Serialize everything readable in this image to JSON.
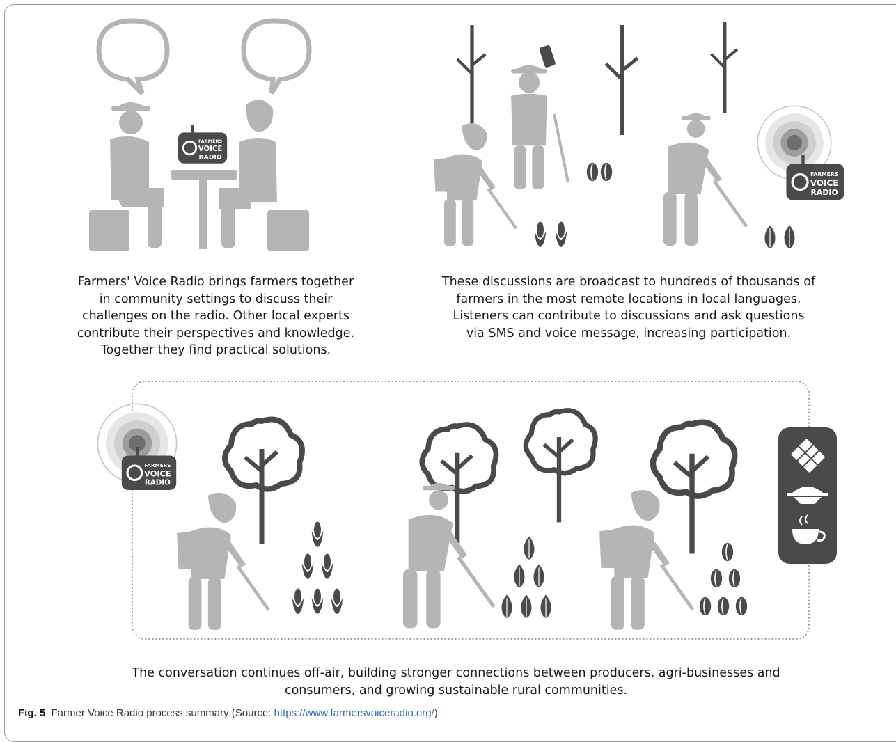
{
  "captions": {
    "top_left": [
      "Farmers' Voice Radio brings farmers together",
      "in community settings to discuss their",
      "challenges on the radio. Other local experts",
      "contribute their perspectives and knowledge.",
      "Together they find practical solutions."
    ],
    "top_right": [
      "These discussions are broadcast to hundreds of thousands of",
      "farmers in the most remote locations in local languages.",
      "Listeners can contribute to discussions and ask questions",
      "via SMS and voice message, increasing participation."
    ],
    "bottom": [
      "The conversation continues off-air, building stronger connections between producers, agri-businesses and",
      "consumers, and growing sustainable rural communities."
    ]
  },
  "radio_label": [
    "FARMERS",
    "VOICE",
    "RADIO"
  ],
  "figure_caption": {
    "label": "Fig. 5",
    "text": "Farmer Voice Radio process summary (Source: ",
    "link": "https://www.farmersvoiceradio.org/",
    "close": ")"
  },
  "colors": {
    "figure_gray": "#b5b5b5",
    "tree_dark": "#4a4a4a",
    "radio_dark": "#4a4a4a"
  },
  "icons": [
    "speech-bubble-icon",
    "radio-icon",
    "tree-icon",
    "farmer-icon",
    "corn-icon",
    "cocoa-pod-icon",
    "coffee-bean-icon",
    "chocolate-bar-icon",
    "bowl-icon",
    "coffee-cup-icon",
    "mobile-phone-icon"
  ]
}
